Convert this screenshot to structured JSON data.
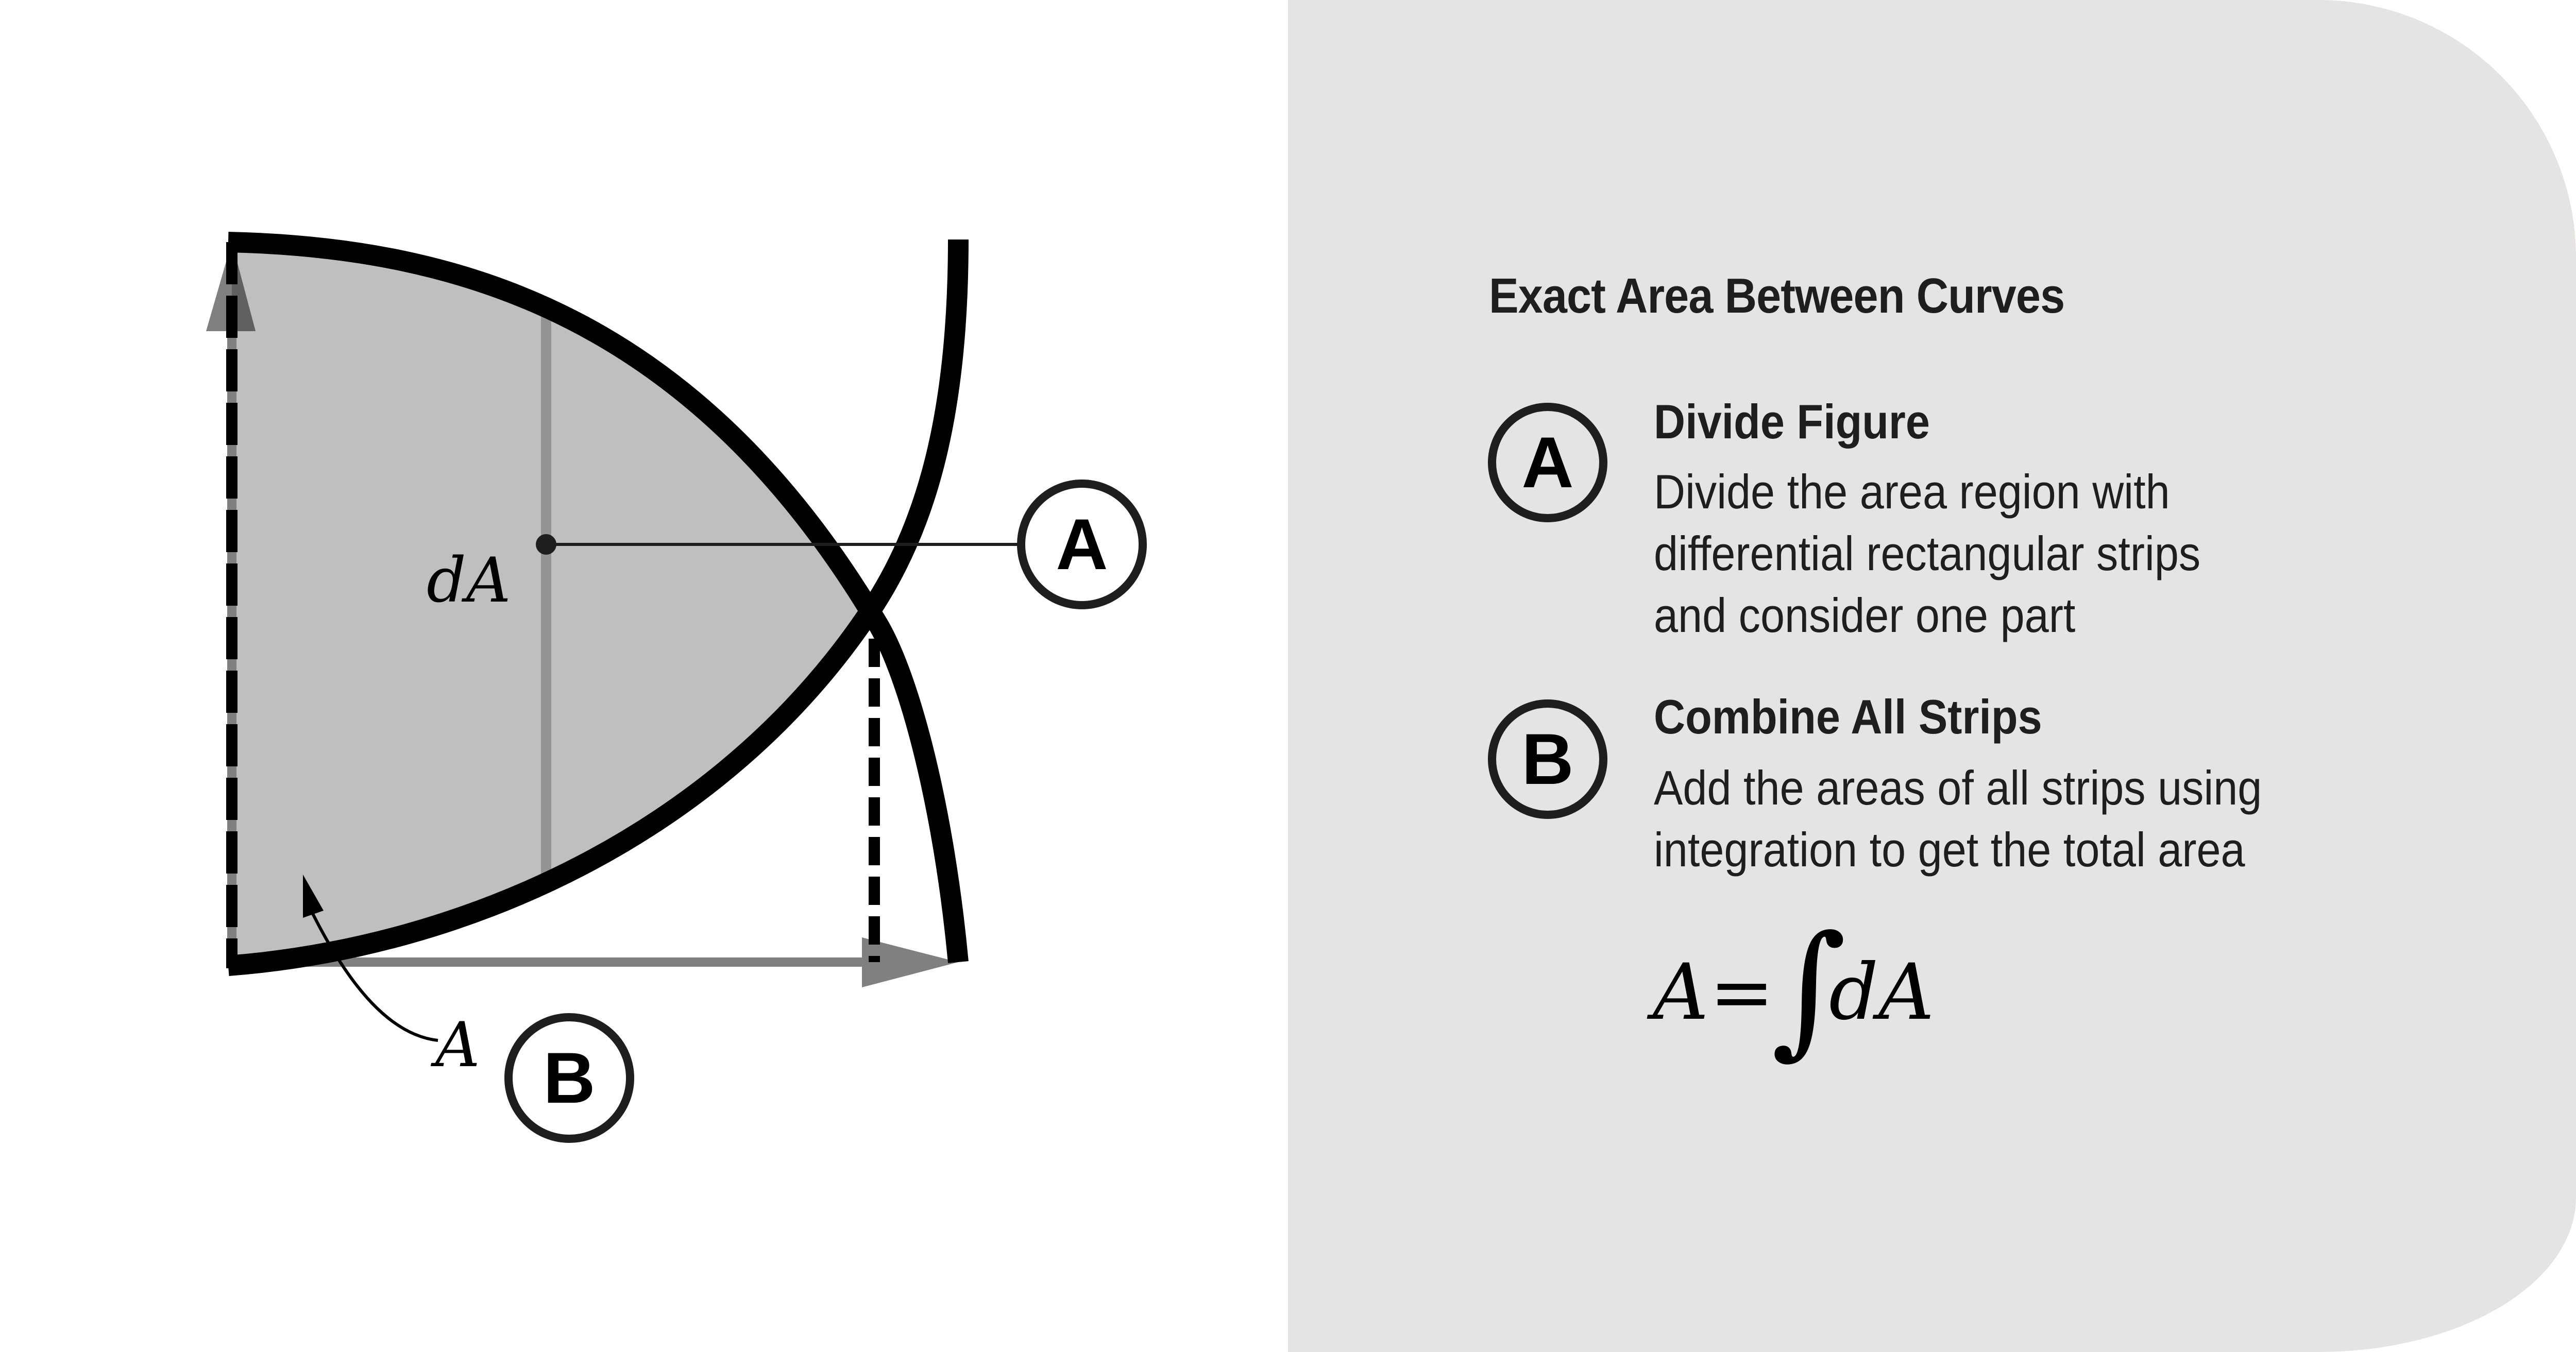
{
  "diagram": {
    "labels": {
      "strip_element": "dA",
      "total_area": "A",
      "callout_a": "A",
      "callout_b": "B"
    },
    "colors": {
      "region_fill": "#bfbfbf",
      "curve_stroke": "#000000",
      "axis_arrow": "#808080",
      "strip_line": "#939393",
      "callout_stroke": "#1e1e1d"
    }
  },
  "panel": {
    "title": "Exact Area Between Curves",
    "background": "#e5e4e2",
    "steps": [
      {
        "badge": "A",
        "title": "Divide Figure",
        "body_lines": [
          "Divide the area region with",
          "differential rectangular strips",
          "and consider one part"
        ]
      },
      {
        "badge": "B",
        "title": "Combine All Strips",
        "body_lines": [
          "Add the areas of all strips using",
          "integration to get the total area"
        ]
      }
    ],
    "formula": {
      "lhs": "A",
      "equals": "=",
      "integral": "∫",
      "rhs": "dA"
    }
  }
}
